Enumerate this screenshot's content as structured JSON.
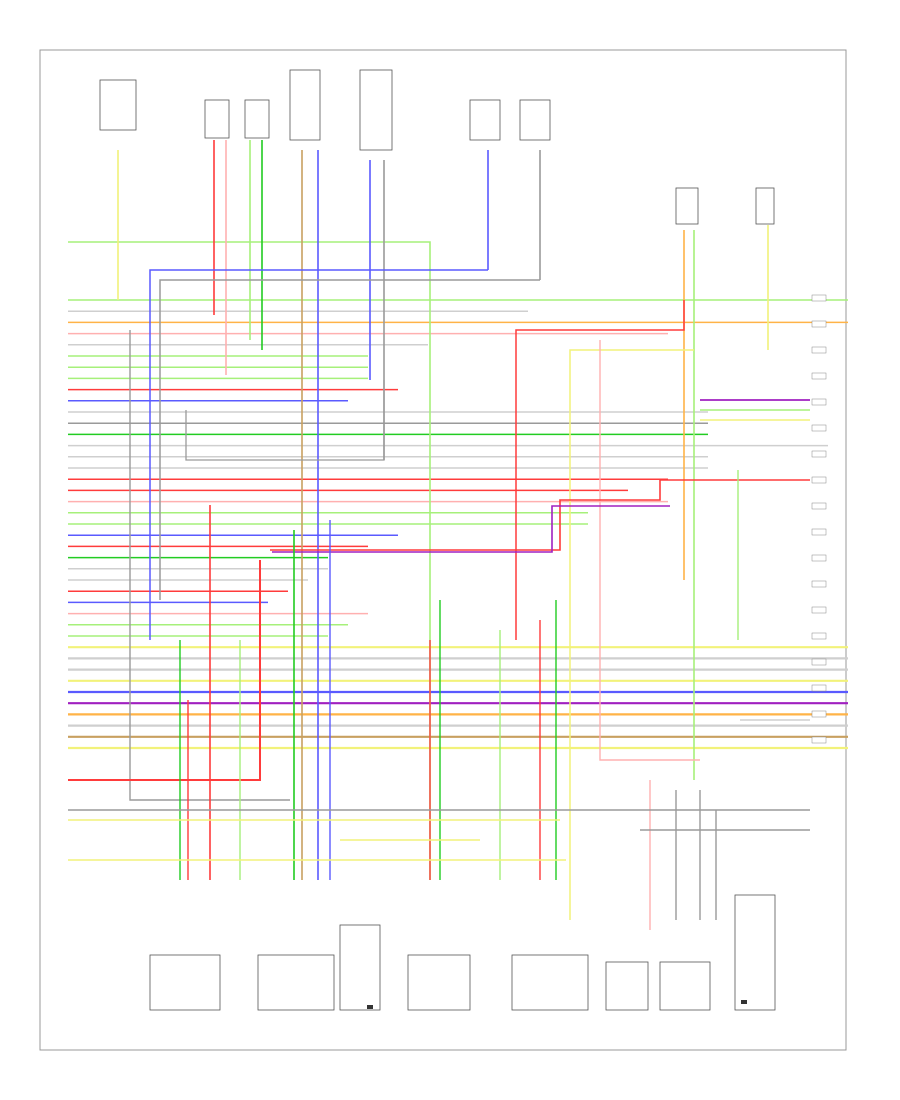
{
  "diagram": {
    "title": "",
    "footer_code": "",
    "colors": {
      "red": "#ff3b3b",
      "green": "#22cc22",
      "lightgreen": "#a6f07a",
      "yellow": "#f2f27a",
      "blue": "#5a5aff",
      "purple": "#a020c0",
      "gray": "#9a9a9a",
      "lightgray": "#cfcfcf",
      "orange": "#ffb347",
      "tan": "#c8a060",
      "black": "#222222",
      "pink": "#ffb0b0"
    },
    "top_components": [
      {
        "id": "tc1",
        "label": "",
        "color": "yellow"
      },
      {
        "id": "tc2",
        "label": "",
        "color": "red"
      },
      {
        "id": "tc3",
        "label": "",
        "color": "tan"
      },
      {
        "id": "tc4",
        "label": "",
        "color": "blue"
      },
      {
        "id": "tc5",
        "label": "",
        "color": "black"
      },
      {
        "id": "tc6",
        "label": "",
        "color": "orange"
      },
      {
        "id": "tc7",
        "label": "",
        "color": "yellow"
      }
    ],
    "bottom_components": [
      {
        "id": "bc1",
        "label": ""
      },
      {
        "id": "bc2",
        "label": ""
      },
      {
        "id": "bc3",
        "label": ""
      },
      {
        "id": "bc4",
        "label": ""
      },
      {
        "id": "bc5",
        "label": ""
      },
      {
        "id": "bc6",
        "label": ""
      },
      {
        "id": "bc7",
        "label": ""
      },
      {
        "id": "bc8",
        "label": ""
      }
    ],
    "left_rows": [
      {
        "n": "",
        "wire": "",
        "color": "lightgreen"
      },
      {
        "n": "",
        "wire": "",
        "color": "lightgray"
      },
      {
        "n": "",
        "wire": "",
        "color": "orange"
      },
      {
        "n": "",
        "wire": "",
        "color": "pink"
      },
      {
        "n": "",
        "wire": "",
        "color": "lightgray"
      },
      {
        "n": "",
        "wire": "",
        "color": "lightgreen"
      },
      {
        "n": "",
        "wire": "",
        "color": "lightgreen"
      },
      {
        "n": "",
        "wire": "",
        "color": "lightgreen"
      },
      {
        "n": "",
        "wire": "",
        "color": "red"
      },
      {
        "n": "",
        "wire": "",
        "color": "blue"
      },
      {
        "n": "",
        "wire": "",
        "color": "lightgray"
      },
      {
        "n": "",
        "wire": "",
        "color": "gray"
      },
      {
        "n": "",
        "wire": "",
        "color": "green"
      },
      {
        "n": "",
        "wire": "",
        "color": "lightgray"
      },
      {
        "n": "",
        "wire": "",
        "color": "lightgray"
      },
      {
        "n": "",
        "wire": "",
        "color": "lightgray"
      },
      {
        "n": "",
        "wire": "",
        "color": "red"
      },
      {
        "n": "",
        "wire": "",
        "color": "red"
      },
      {
        "n": "",
        "wire": "",
        "color": "pink"
      },
      {
        "n": "",
        "wire": "",
        "color": "lightgreen"
      },
      {
        "n": "",
        "wire": "",
        "color": "lightgreen"
      },
      {
        "n": "",
        "wire": "",
        "color": "blue"
      },
      {
        "n": "",
        "wire": "",
        "color": "red"
      },
      {
        "n": "",
        "wire": "",
        "color": "green"
      },
      {
        "n": "",
        "wire": "",
        "color": "lightgray"
      },
      {
        "n": "",
        "wire": "",
        "color": "lightgray"
      },
      {
        "n": "",
        "wire": "",
        "color": "red"
      },
      {
        "n": "",
        "wire": "",
        "color": "blue"
      },
      {
        "n": "",
        "wire": "",
        "color": "pink"
      },
      {
        "n": "",
        "wire": "",
        "color": "lightgreen"
      },
      {
        "n": "",
        "wire": "",
        "color": "lightgreen"
      },
      {
        "n": "",
        "wire": "",
        "color": "yellow"
      },
      {
        "n": "",
        "wire": "",
        "color": "lightgray"
      },
      {
        "n": "",
        "wire": "",
        "color": "lightgray"
      },
      {
        "n": "",
        "wire": "",
        "color": "yellow"
      },
      {
        "n": "",
        "wire": "",
        "color": "blue"
      },
      {
        "n": "",
        "wire": "",
        "color": "purple"
      },
      {
        "n": "",
        "wire": "",
        "color": "orange"
      },
      {
        "n": "",
        "wire": "",
        "color": "lightgray"
      },
      {
        "n": "",
        "wire": "",
        "color": "tan"
      },
      {
        "n": "",
        "wire": "",
        "color": "yellow"
      }
    ]
  }
}
